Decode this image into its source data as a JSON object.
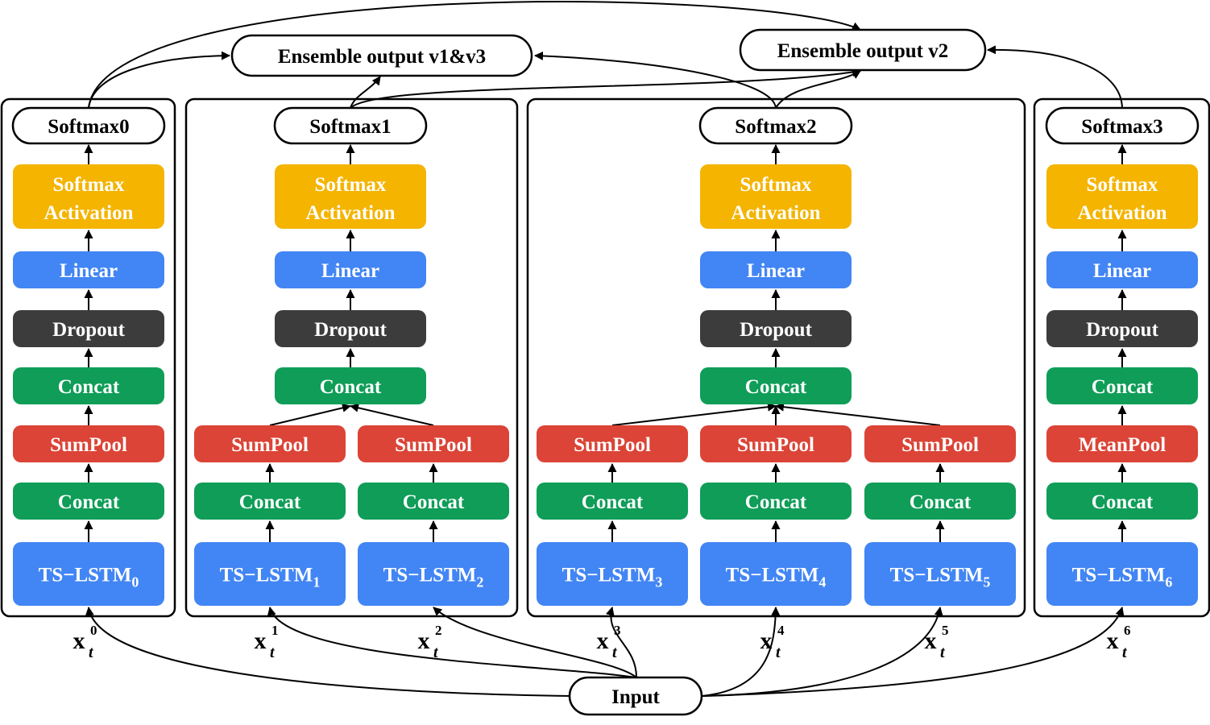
{
  "colors": {
    "linear": "#4285f4",
    "dropout": "#3c3c3c",
    "concat": "#0f9d58",
    "pool": "#db4437",
    "activation": "#f4b400",
    "lstm": "#4285f4",
    "text_on_block": "#ffffff",
    "outline": "#000000"
  },
  "outputs": {
    "ensemble_v13": "Ensemble output v1&v3",
    "ensemble_v2": "Ensemble output v2"
  },
  "input": {
    "label": "Input"
  },
  "groups": [
    {
      "softmax": "Softmax0",
      "activation": [
        "Softmax",
        "Activation"
      ],
      "linear": "Linear",
      "dropout": "Dropout",
      "concat": "Concat",
      "branches": [
        {
          "pool": "SumPool",
          "concat": "Concat",
          "lstm": "TS−LSTM",
          "lstm_sub": "0",
          "x": "x",
          "x_sub": "t",
          "x_sup": "0"
        }
      ]
    },
    {
      "softmax": "Softmax1",
      "activation": [
        "Softmax",
        "Activation"
      ],
      "linear": "Linear",
      "dropout": "Dropout",
      "concat": "Concat",
      "branches": [
        {
          "pool": "SumPool",
          "concat": "Concat",
          "lstm": "TS−LSTM",
          "lstm_sub": "1",
          "x": "x",
          "x_sub": "t",
          "x_sup": "1"
        },
        {
          "pool": "SumPool",
          "concat": "Concat",
          "lstm": "TS−LSTM",
          "lstm_sub": "2",
          "x": "x",
          "x_sub": "t",
          "x_sup": "2"
        }
      ]
    },
    {
      "softmax": "Softmax2",
      "activation": [
        "Softmax",
        "Activation"
      ],
      "linear": "Linear",
      "dropout": "Dropout",
      "concat": "Concat",
      "branches": [
        {
          "pool": "SumPool",
          "concat": "Concat",
          "lstm": "TS−LSTM",
          "lstm_sub": "3",
          "x": "x",
          "x_sub": "t",
          "x_sup": "3"
        },
        {
          "pool": "SumPool",
          "concat": "Concat",
          "lstm": "TS−LSTM",
          "lstm_sub": "4",
          "x": "x",
          "x_sub": "t",
          "x_sup": "4"
        },
        {
          "pool": "SumPool",
          "concat": "Concat",
          "lstm": "TS−LSTM",
          "lstm_sub": "5",
          "x": "x",
          "x_sub": "t",
          "x_sup": "5"
        }
      ]
    },
    {
      "softmax": "Softmax3",
      "activation": [
        "Softmax",
        "Activation"
      ],
      "linear": "Linear",
      "dropout": "Dropout",
      "concat": "Concat",
      "branches": [
        {
          "pool": "MeanPool",
          "concat": "Concat",
          "lstm": "TS−LSTM",
          "lstm_sub": "6",
          "x": "x",
          "x_sub": "t",
          "x_sup": "6"
        }
      ]
    }
  ]
}
